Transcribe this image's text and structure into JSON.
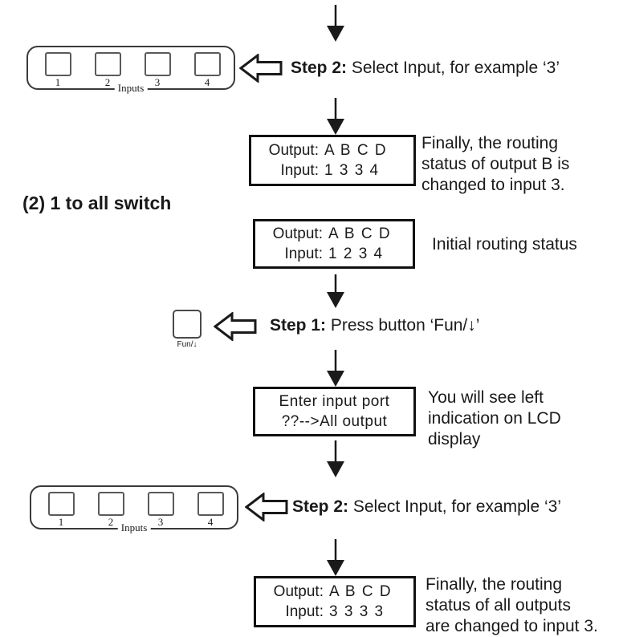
{
  "heading": "(2) 1 to all switch",
  "panels": {
    "top": {
      "buttons": [
        "1",
        "2",
        "3",
        "4"
      ],
      "label": "Inputs"
    },
    "bottom": {
      "buttons": [
        "1",
        "2",
        "3",
        "4"
      ],
      "label": "Inputs"
    }
  },
  "fun_button": {
    "label": "Fun/↓"
  },
  "steps": {
    "step2_top": {
      "title": "Step 2:",
      "text": " Select Input, for example ‘3’"
    },
    "step1": {
      "title": "Step 1:",
      "text": " Press button ‘Fun/↓’"
    },
    "step2_bottom": {
      "title": "Step 2:",
      "text": " Select Input, for example ‘3’"
    }
  },
  "lcd_final_b": {
    "rows": [
      {
        "label": "Output:",
        "value": "A B C D"
      },
      {
        "label": "Input:",
        "value": "1 3 3 4"
      }
    ]
  },
  "lcd_initial": {
    "rows": [
      {
        "label": "Output:",
        "value": "A B C D"
      },
      {
        "label": "Input:",
        "value": "1 2 3 4"
      }
    ]
  },
  "lcd_enter": {
    "line1": "Enter input port",
    "line2": "??-->All output"
  },
  "lcd_final_all": {
    "rows": [
      {
        "label": "Output:",
        "value": "A B C D"
      },
      {
        "label": "Input:",
        "value": "3 3 3 3"
      }
    ]
  },
  "notes": {
    "final_b": [
      "Finally, the routing",
      "status of output B is",
      "changed to input 3."
    ],
    "initial": "Initial routing status",
    "enter": [
      "You will see left",
      "indication on LCD",
      "display"
    ],
    "final_all": [
      "Finally, the routing",
      "status of all outputs",
      "are changed to input 3."
    ]
  },
  "colors": {
    "ink": "#1a1a1a",
    "background": "#ffffff"
  }
}
